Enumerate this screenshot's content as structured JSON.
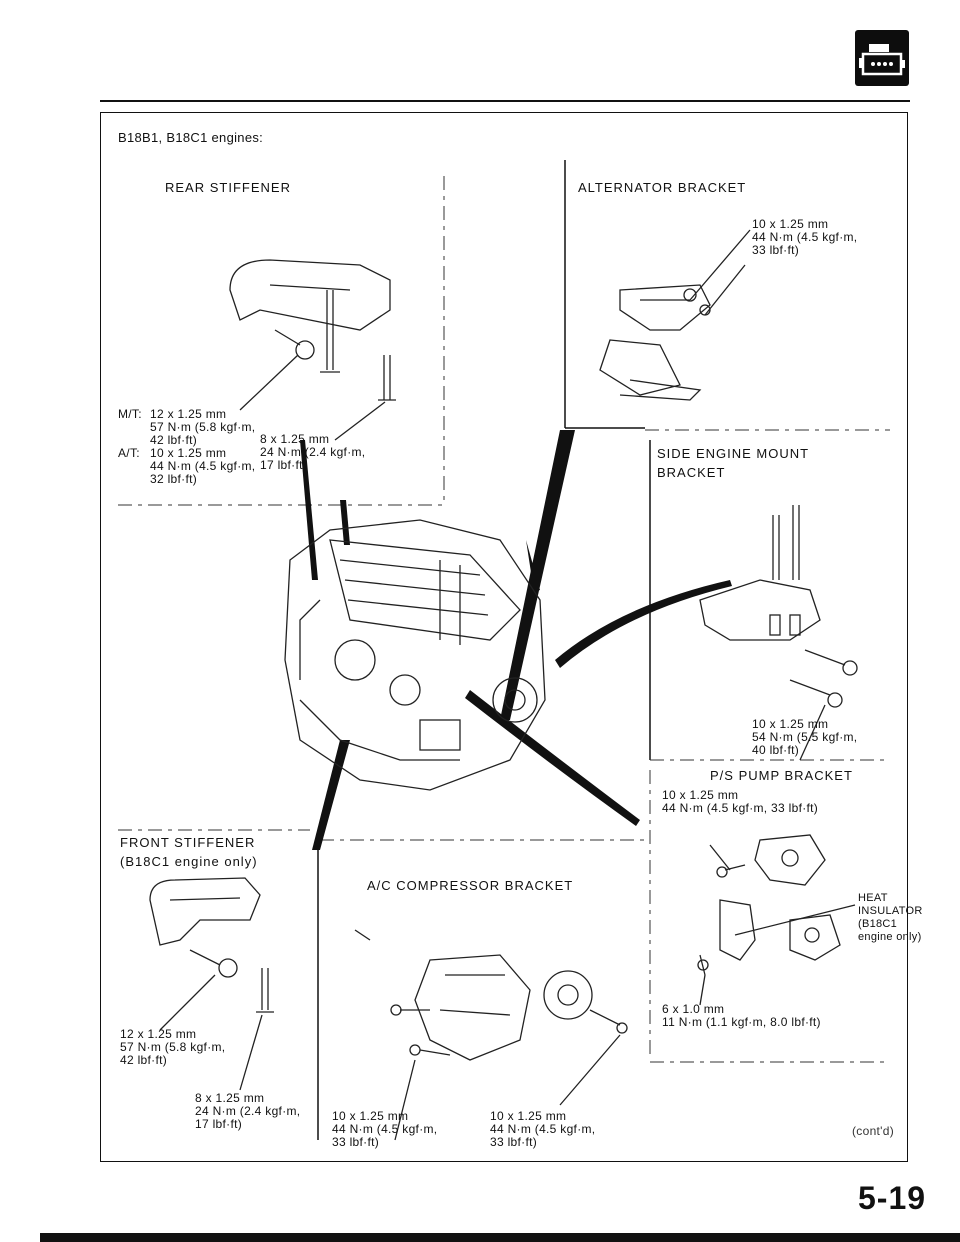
{
  "engine_note": "B18B1, B18C1 engines:",
  "rear_stiffener": {
    "title": "REAR STIFFENER",
    "mt_prefix": "M/T:",
    "mt_spec": "12 x 1.25 mm\n57 N·m (5.8 kgf·m,\n42 lbf·ft)",
    "at_prefix": "A/T:",
    "at_spec": "10 x 1.25 mm\n44 N·m (4.5 kgf·m,\n32 lbf·ft)",
    "bolt_spec": "8 x 1.25 mm\n24 N·m (2.4 kgf·m,\n17 lbf·ft)"
  },
  "alternator_bracket": {
    "title": "ALTERNATOR BRACKET",
    "spec": "10 x 1.25 mm\n44 N·m (4.5 kgf·m,\n33 lbf·ft)"
  },
  "side_engine_mount": {
    "title": "SIDE ENGINE MOUNT\nBRACKET",
    "spec": "10 x 1.25 mm\n54 N·m (5.5 kgf·m,\n40 lbf·ft)"
  },
  "ps_pump_bracket": {
    "title": "P/S PUMP BRACKET",
    "spec_top": "10 x 1.25 mm\n44 N·m (4.5 kgf·m, 33 lbf·ft)",
    "heat_insulator": "HEAT\nINSULATOR\n(B18C1\nengine only)",
    "spec_bottom": "6 x 1.0 mm\n11 N·m (1.1 kgf·m, 8.0 lbf·ft)"
  },
  "front_stiffener": {
    "title": "FRONT STIFFENER\n(B18C1 engine only)",
    "spec_a": "12 x 1.25 mm\n57 N·m (5.8 kgf·m,\n42 lbf·ft)",
    "spec_b": "8 x 1.25 mm\n24 N·m (2.4 kgf·m,\n17 lbf·ft)"
  },
  "ac_compressor_bracket": {
    "title": "A/C COMPRESSOR BRACKET",
    "spec_left": "10 x 1.25 mm\n44 N·m (4.5 kgf·m,\n33 lbf·ft)",
    "spec_right": "10 x 1.25 mm\n44 N·m (4.5 kgf·m,\n33 lbf·ft)"
  },
  "footer": {
    "cont": "(cont'd)",
    "page_number": "5-19"
  },
  "icon": "engine-section-icon"
}
